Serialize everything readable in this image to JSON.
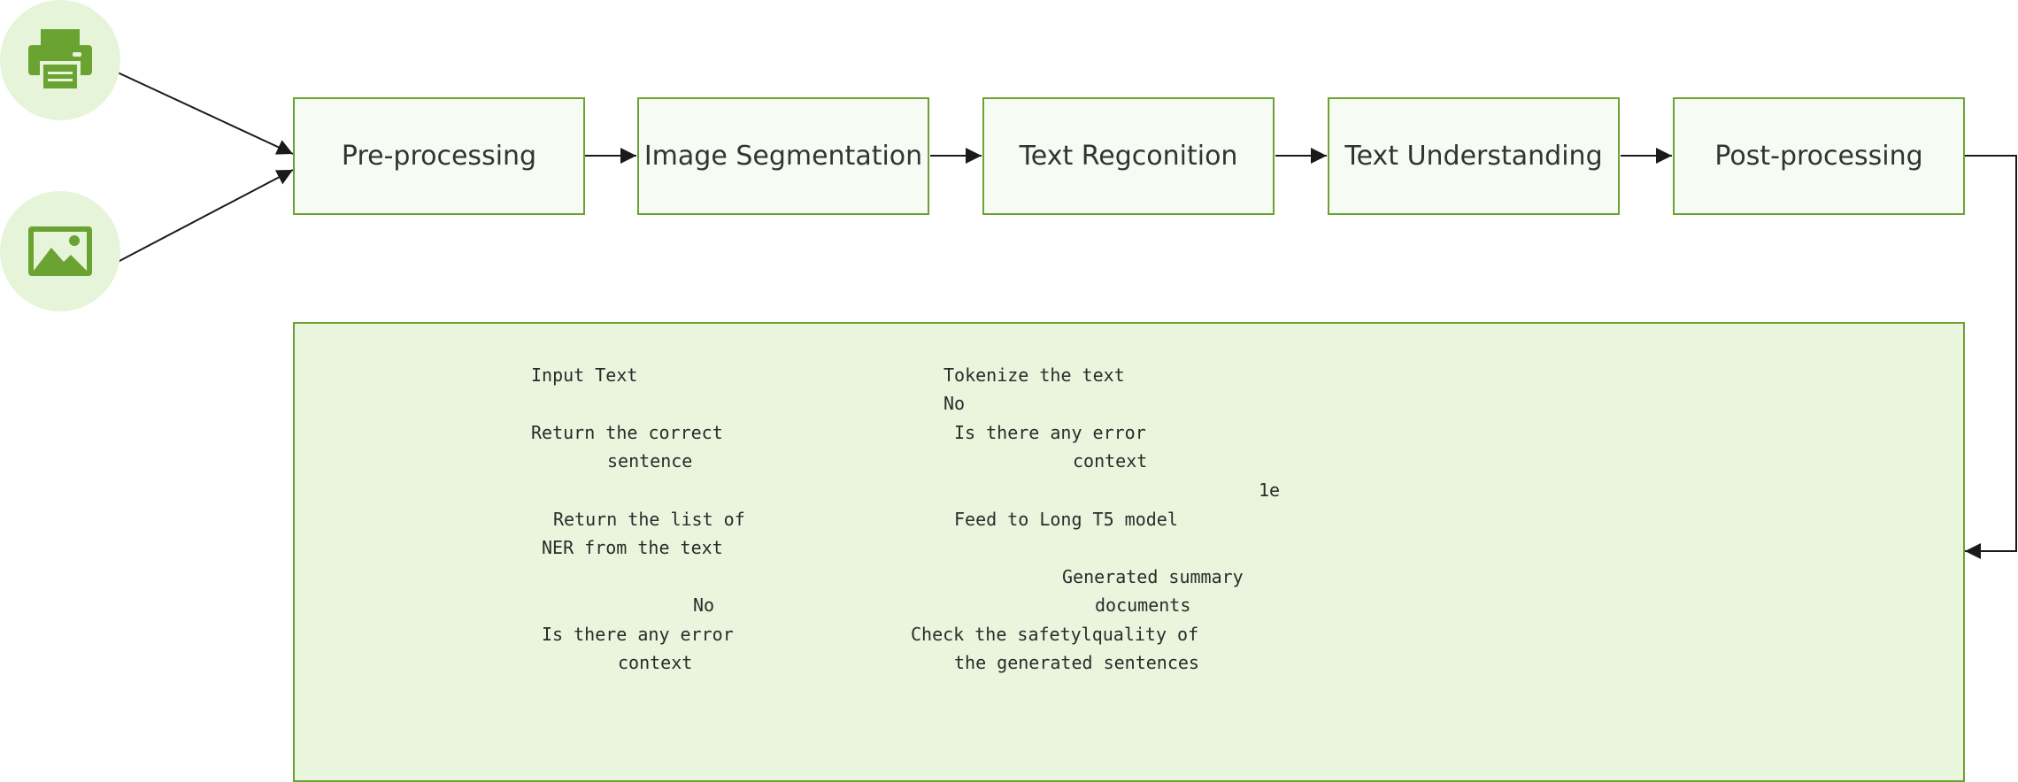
{
  "icons": {
    "printer": "printer-icon",
    "image": "image-icon"
  },
  "colors": {
    "accent": "#6aa332",
    "icon_bg": "#e6f4da",
    "box_fill": "#f6fbf3",
    "panel_fill": "#e9f5dd",
    "text": "#333333",
    "arrow": "#1a1a1a"
  },
  "stages": [
    "Pre-processing",
    "Image Segmentation",
    "Text Regconition",
    "Text Understanding",
    "Post-processing"
  ],
  "panel": {
    "left_column": {
      "input_text": "Input Text",
      "return_correct_1": "Return the correct",
      "return_correct_2": "sentence",
      "return_list_1": "Return the list of",
      "return_list_2": "NER from the text",
      "no": "No",
      "error_1": "Is there any error",
      "error_2": "context"
    },
    "right_column": {
      "tokenize": "Tokenize the text",
      "no": "No",
      "error_1": "Is there any error",
      "error_2": "context",
      "stray": "1e",
      "feed": "Feed to Long T5 model",
      "summary_1": "Generated summary",
      "summary_2": "documents",
      "check_1": "Check the safetylquality of",
      "check_2": "the generated sentences"
    }
  }
}
